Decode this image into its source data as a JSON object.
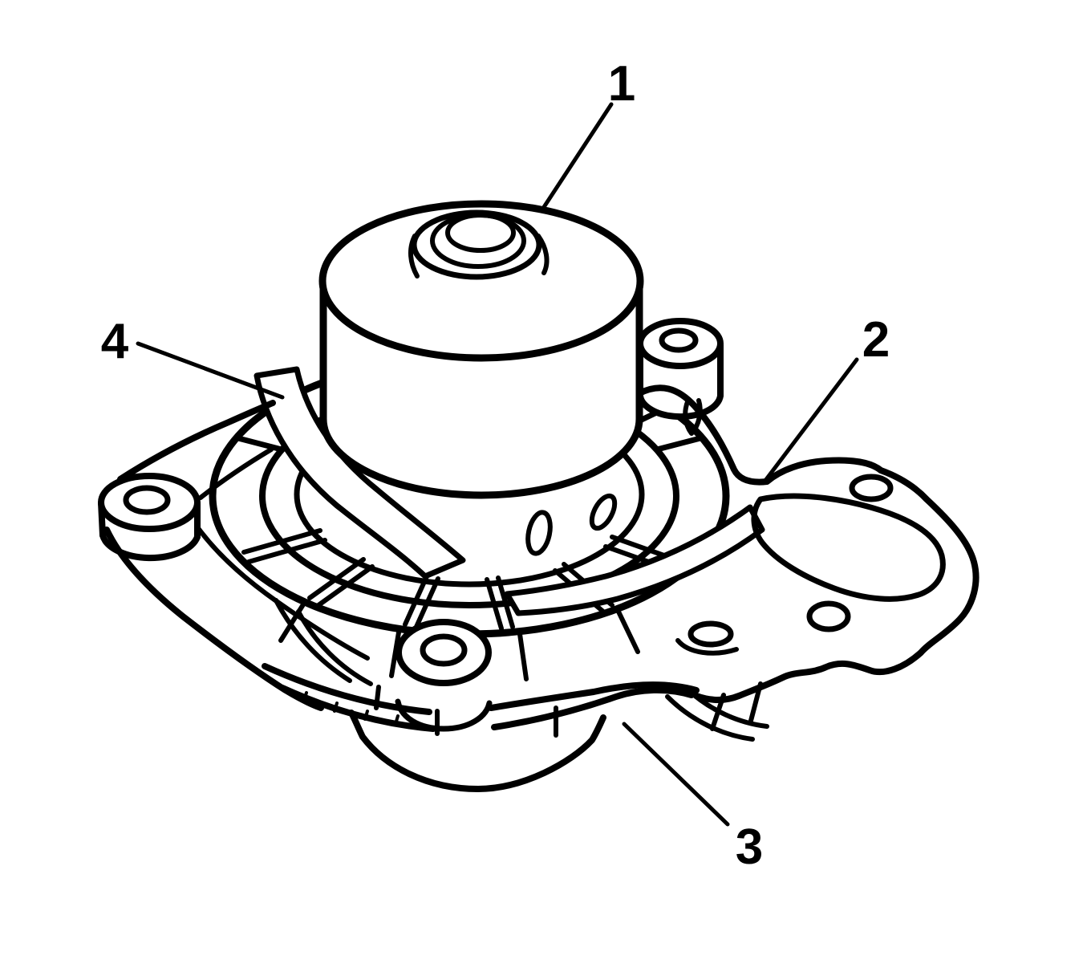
{
  "diagram": {
    "background_color": "#ffffff",
    "line_color": "#000000",
    "callouts": [
      {
        "label": "1"
      },
      {
        "label": "2"
      },
      {
        "label": "3"
      },
      {
        "label": "4"
      }
    ]
  }
}
